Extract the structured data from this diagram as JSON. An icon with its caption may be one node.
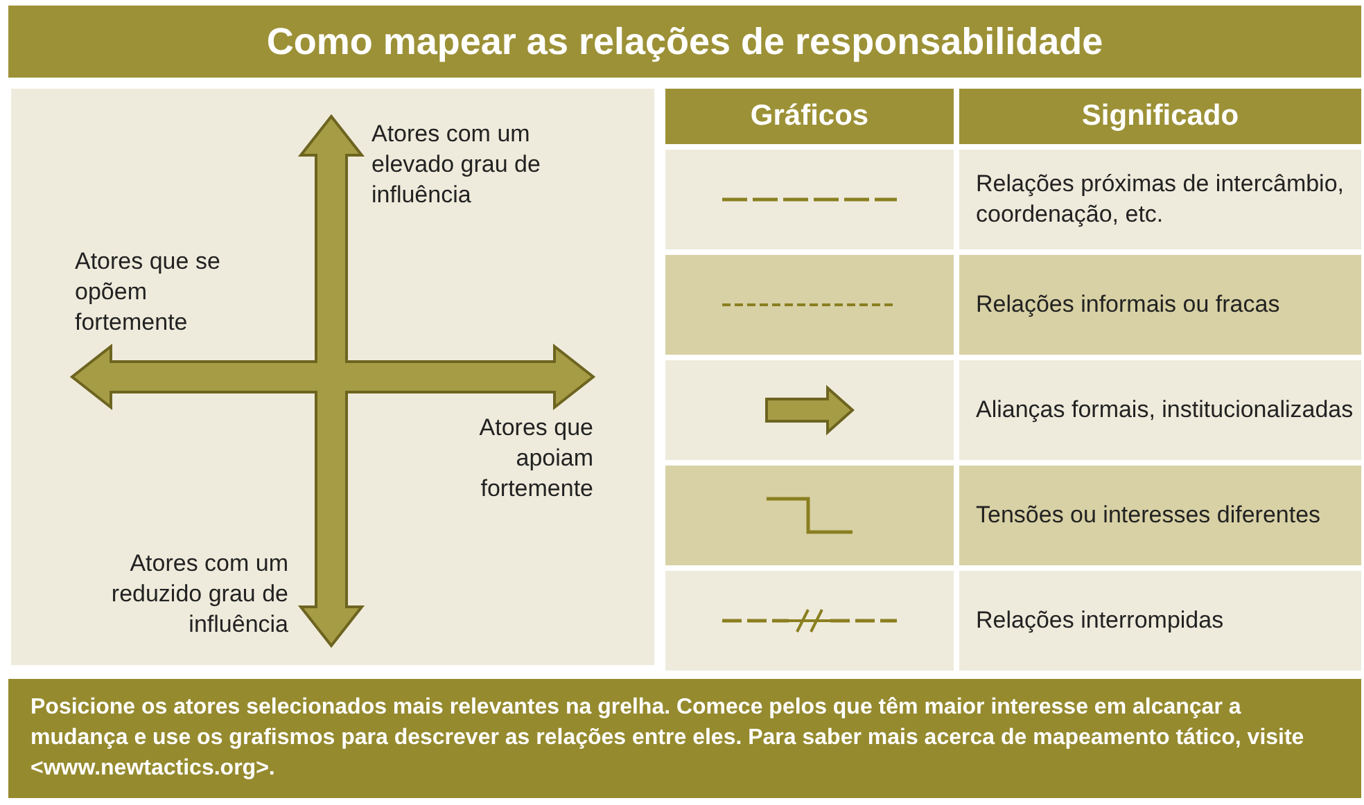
{
  "diagram": {
    "title": "Como mapear as relações de responsabilidade",
    "caption": "Posicione os atores selecionados mais relevantes na grelha. Comece pelos que têm maior interesse em alcançar a mudança e use os grafismos para descrever as relações entre eles. Para saber mais acerca de mapeamento tático, visite <www.newtactics.org>.",
    "labels": [
      "Atores com um elevado grau de influência",
      "Atores que se opõem fortemente",
      "Atores que apoiam fortemente",
      "Atores com um reduzido grau de influência",
      "Gráficos",
      "Significado"
    ],
    "legend": [
      {
        "text": "Relações próximas de intercâmbio, coordenação, etc."
      },
      {
        "text": "Relações informais ou fracas"
      },
      {
        "text": "Alianças formais, institucionalizadas"
      },
      {
        "text": "Tensões ou interesses diferentes"
      },
      {
        "text": "Relações interrompidas"
      }
    ]
  }
}
